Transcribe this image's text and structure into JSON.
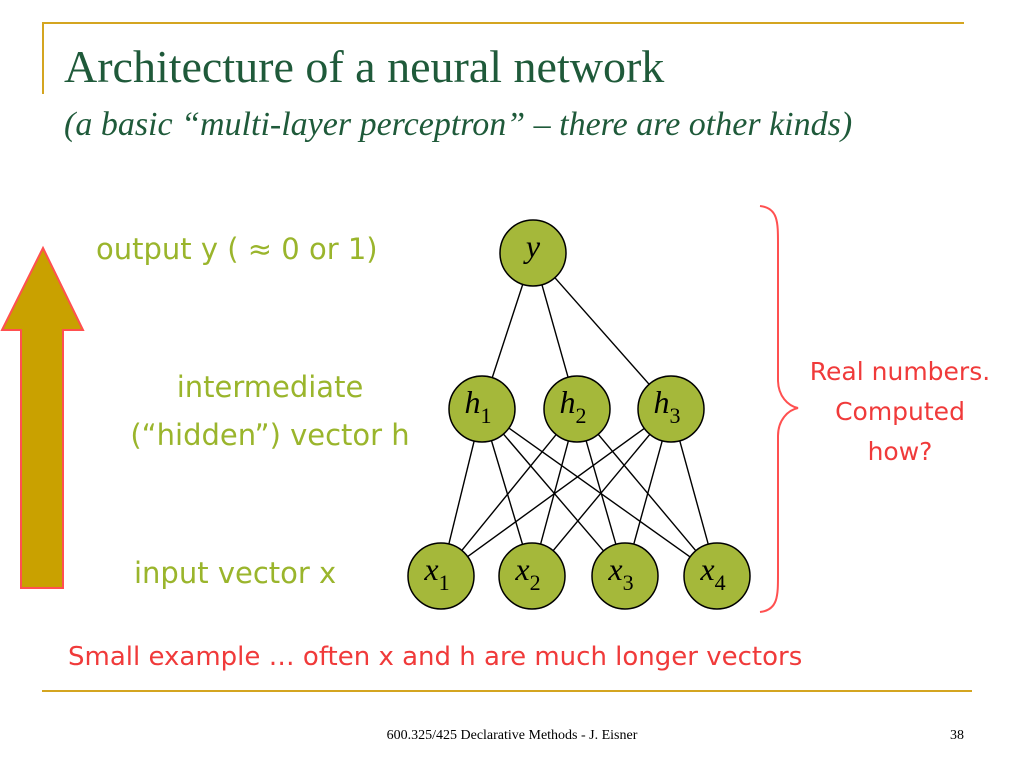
{
  "slide": {
    "title": "Architecture of a neural network",
    "subtitle": "(a basic “multi-layer perceptron” – there are other kinds)",
    "labels": {
      "output": "output y ( ≈ 0 or 1)",
      "hidden_line1": "intermediate",
      "hidden_line2": "(“hidden”) vector h",
      "input": "input vector x"
    },
    "side_note": {
      "line1": "Real numbers.",
      "line2": "Computed",
      "line3": "how?"
    },
    "bottom_note": "Small example … often x and h are much longer vectors",
    "footer": "600.325/425 Declarative Methods - J. Eisner",
    "page_number": "38"
  },
  "network": {
    "output_nodes": [
      {
        "var": "y",
        "sub": ""
      }
    ],
    "hidden_nodes": [
      {
        "var": "h",
        "sub": "1"
      },
      {
        "var": "h",
        "sub": "2"
      },
      {
        "var": "h",
        "sub": "3"
      }
    ],
    "input_nodes": [
      {
        "var": "x",
        "sub": "1"
      },
      {
        "var": "x",
        "sub": "2"
      },
      {
        "var": "x",
        "sub": "3"
      },
      {
        "var": "x",
        "sub": "4"
      }
    ],
    "colors": {
      "node_fill": "#a5b83a",
      "node_stroke": "#000000",
      "arrow_fill": "#c9a100",
      "arrow_stroke": "#ff5050",
      "brace_stroke": "#ff5050",
      "label_color": "#9ab52c",
      "note_color": "#f03a3a",
      "title_color": "#1f5a3a",
      "rule_color": "#d4a520"
    }
  }
}
